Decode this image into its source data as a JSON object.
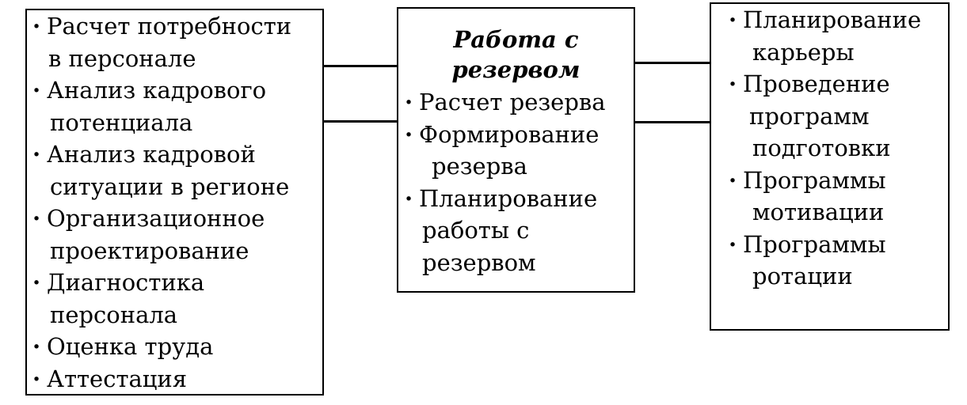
{
  "left_box": {
    "items": [
      {
        "line1": "Расчет потребности",
        "line2": "в персонале"
      },
      {
        "line1": "Анализ кадрового",
        "line2": "потенциала"
      },
      {
        "line1": "Анализ кадровой",
        "line2": "ситуации в регионе"
      },
      {
        "line1": "Организационное",
        "line2": "проектирование"
      },
      {
        "line1": "Диагностика",
        "line2": "персонала"
      },
      {
        "line1": "Оценка труда"
      },
      {
        "line1": "Аттестация"
      }
    ]
  },
  "center_box": {
    "title_line1": "Работа с",
    "title_line2": "резервом",
    "items": [
      {
        "line1": "Расчет резерва"
      },
      {
        "line1": "Формирование",
        "line2": "резерва"
      },
      {
        "line1": "Планирование",
        "line2": "работы с",
        "line3": "резервом"
      }
    ]
  },
  "right_box": {
    "items": [
      {
        "line1": "Планирование",
        "line2": "карьеры"
      },
      {
        "line1": "Проведение",
        "line2": "программ",
        "line3": "подготовки"
      },
      {
        "line1": "Программы",
        "line2": "мотивации"
      },
      {
        "line1": "Программы",
        "line2": "ротации"
      }
    ]
  }
}
